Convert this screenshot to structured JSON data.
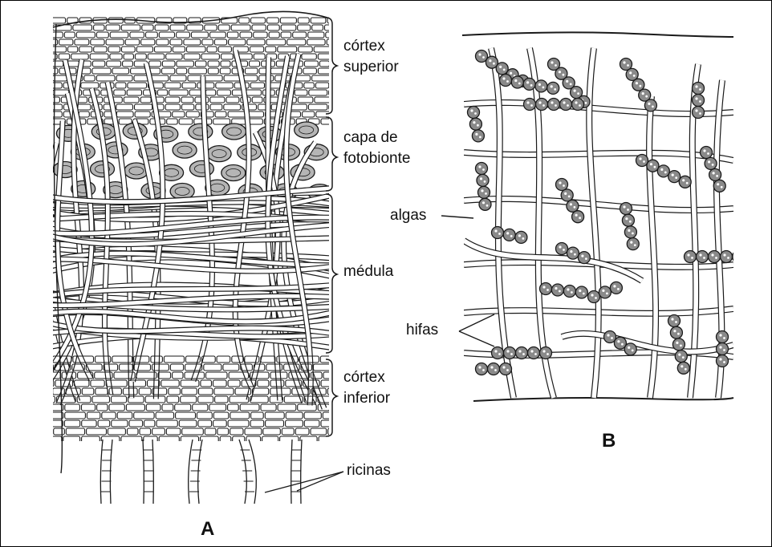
{
  "panel_a": {
    "letter": "A",
    "labels": {
      "upper_cortex_1": "córtex",
      "upper_cortex_2": "superior",
      "photobiont_1": "capa de",
      "photobiont_2": "fotobionte",
      "medulla": "médula",
      "lower_cortex_1": "córtex",
      "lower_cortex_2": "inferior",
      "rhizines": "ricinas"
    }
  },
  "panel_b": {
    "letter": "B",
    "labels": {
      "algae": "algas",
      "hyphae": "hifas"
    }
  },
  "colors": {
    "ink": "#1a1a1a",
    "alga_fill": "#8a8a8a",
    "photobiont_fill": "#b5b5b5",
    "paper": "#ffffff"
  }
}
